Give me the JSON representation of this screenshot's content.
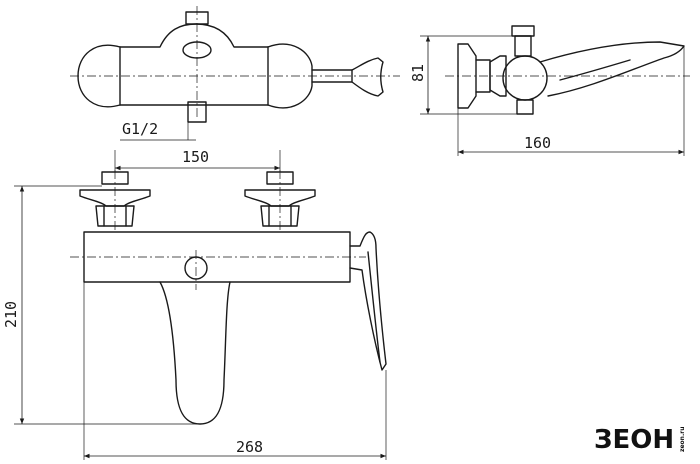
{
  "dimensions": {
    "thread": "G1/2",
    "center_distance": "150",
    "top_height": "81",
    "depth": "160",
    "height": "210",
    "width": "268"
  },
  "brand": {
    "logo_text": "ЗЕОН",
    "logo_subtext": "zeon.ru"
  }
}
